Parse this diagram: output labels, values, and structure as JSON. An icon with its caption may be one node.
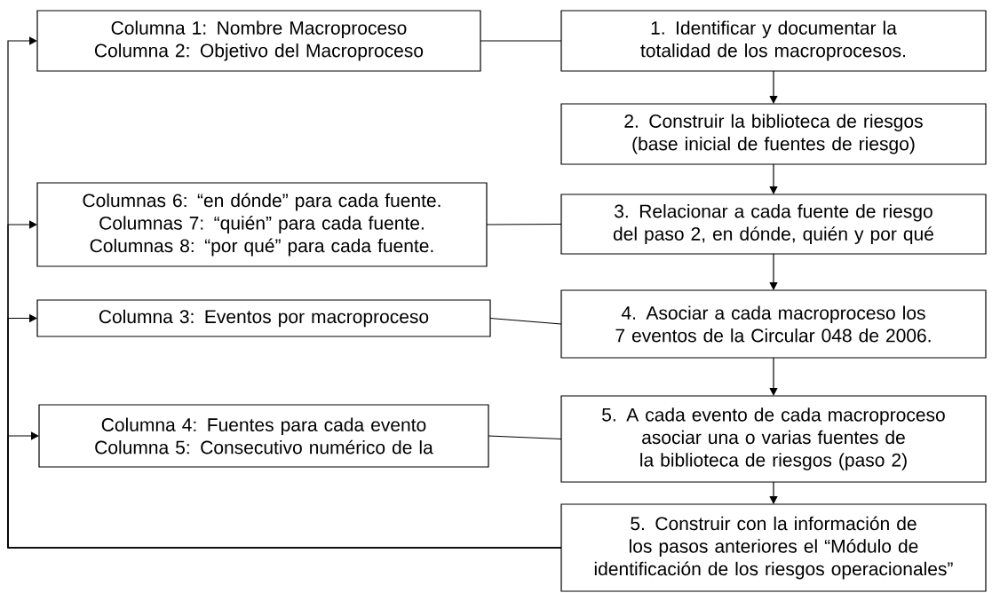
{
  "diagram": {
    "nodes": [
      {
        "text": [
          "Columna 1: Nombre Macroproceso",
          "Columna 2: Objetivo del Macroproceso"
        ]
      },
      {
        "text": [
          "1. Identificar y documentar la totalidad de los macroprocesos."
        ]
      },
      {
        "text": [
          "2. Construir la biblioteca de riesgos (base inicial de fuentes de riesgo)"
        ]
      },
      {
        "text": [
          "Columnas 6: “en dónde” para cada fuente.",
          "Columnas 7: “quién” para cada fuente.",
          "Columnas 8: “por qué” para cada fuente."
        ]
      },
      {
        "text": [
          "3. Relacionar a cada fuente de riesgo del paso 2, en dónde, quién y por qué"
        ]
      },
      {
        "text": [
          "Columna 3: Eventos por macroproceso"
        ]
      },
      {
        "text": [
          "4. Asociar a cada macroproceso los 7 eventos de la Circular 048 de 2006."
        ]
      },
      {
        "text": [
          "Columna 4: Fuentes para cada evento",
          "Columna 5: Consecutivo numérico de la"
        ]
      },
      {
        "text": [
          "5. A cada evento de cada macroproceso asociar una o varias fuentes de la biblioteca de riesgos (paso 2)"
        ]
      },
      {
        "text": [
          "5. Construir con la información de los pasos anteriores el “Módulo de identificación de los riesgos operacionales”"
        ]
      }
    ],
    "edges": [
      {
        "from": 0,
        "to": 1,
        "arrow": "none"
      },
      {
        "from": 1,
        "to": 2,
        "arrow": "to"
      },
      {
        "from": 2,
        "to": 4,
        "arrow": "to"
      },
      {
        "from": 3,
        "to": 4,
        "arrow": "none"
      },
      {
        "from": 4,
        "to": 6,
        "arrow": "to"
      },
      {
        "from": 5,
        "to": 6,
        "arrow": "none"
      },
      {
        "from": 6,
        "to": 8,
        "arrow": "to"
      },
      {
        "from": 7,
        "to": 8,
        "arrow": "none"
      },
      {
        "from": 8,
        "to": 9,
        "arrow": "to"
      },
      {
        "from": 9,
        "to": 0,
        "arrow": "to"
      },
      {
        "from": 9,
        "to": 3,
        "arrow": "to"
      },
      {
        "from": 9,
        "to": 5,
        "arrow": "to"
      },
      {
        "from": 9,
        "to": 7,
        "arrow": "to"
      }
    ]
  }
}
